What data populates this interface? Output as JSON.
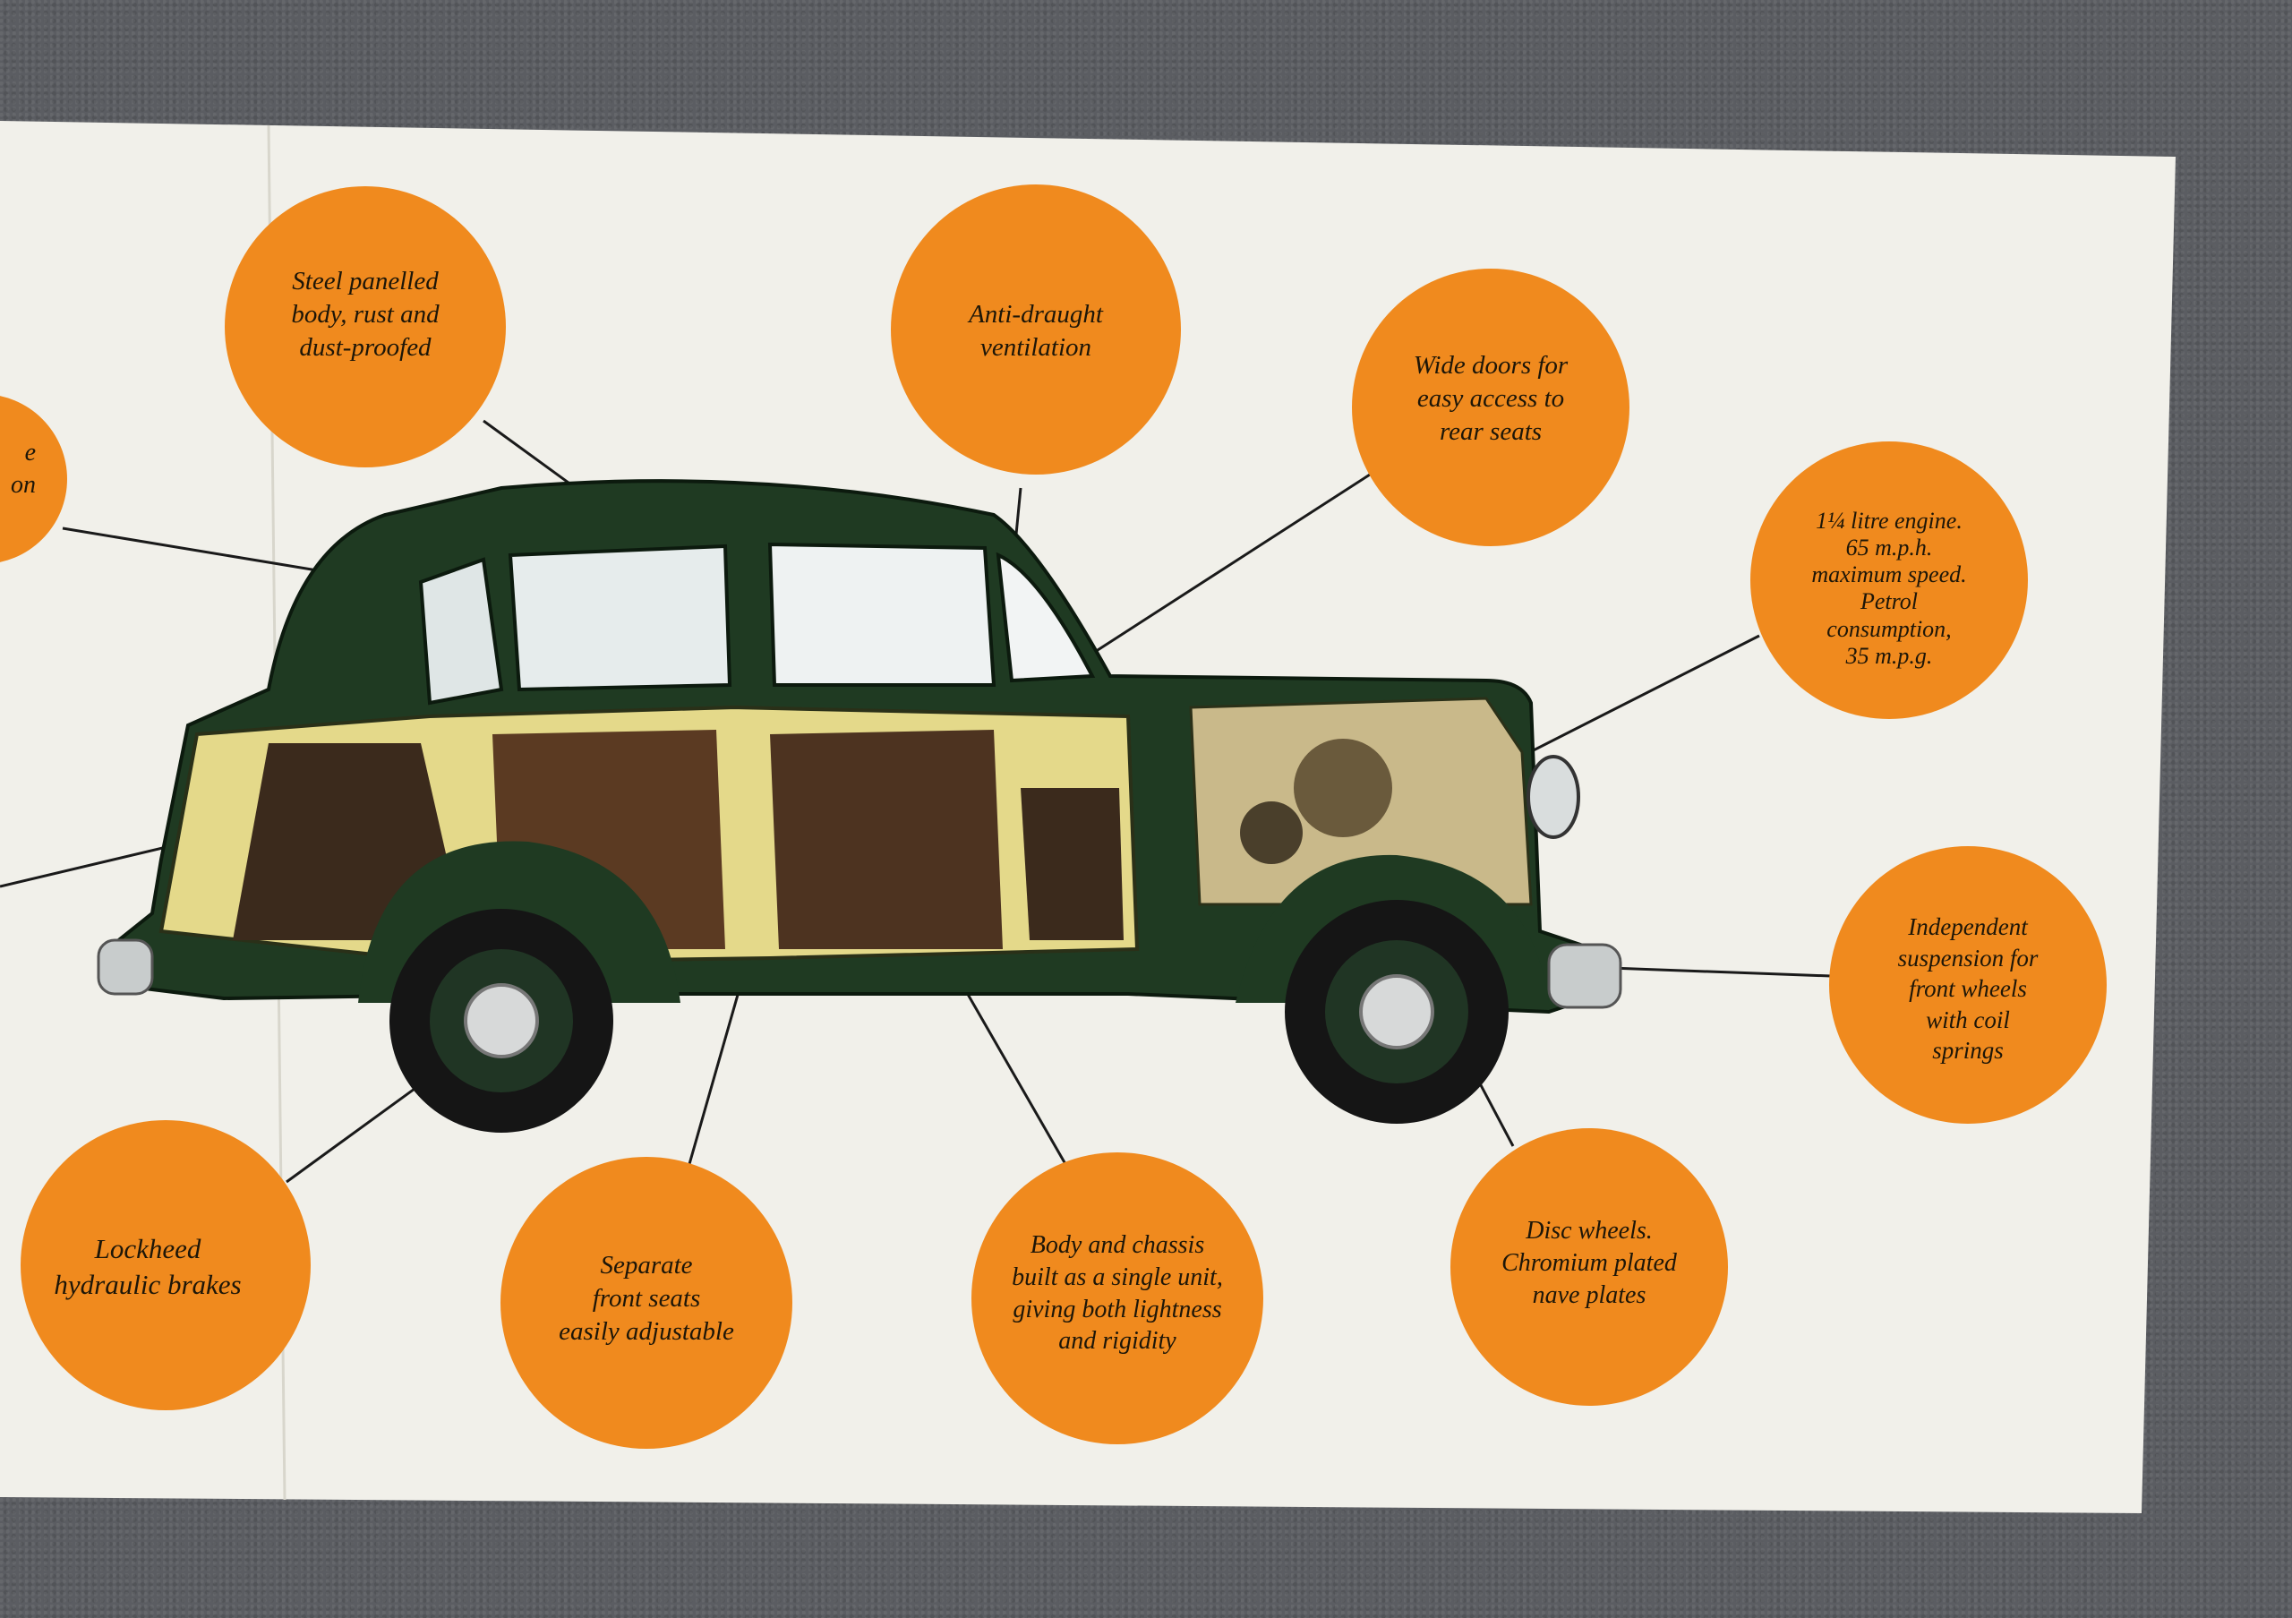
{
  "colors": {
    "carpet": "#5b5d62",
    "paper": "#f1f0ea",
    "bubble": "#f08a1e",
    "text": "#1d1608",
    "car_body": "#1f3a22",
    "car_cutaway": "#e4d98a"
  },
  "callouts": [
    {
      "id": "left-partial-1",
      "lines": [
        "e",
        "on"
      ]
    },
    {
      "id": "steel-panelled",
      "lines": [
        "Steel panelled",
        "body, rust and",
        "dust-proofed"
      ]
    },
    {
      "id": "anti-draught",
      "lines": [
        "Anti-draught",
        "ventilation"
      ]
    },
    {
      "id": "wide-doors",
      "lines": [
        "Wide doors for",
        "easy access to",
        "rear seats"
      ]
    },
    {
      "id": "engine",
      "lines": [
        "1¼ litre engine.",
        "65 m.p.h.",
        "maximum speed.",
        "Petrol",
        "consumption,",
        "35 m.p.g."
      ]
    },
    {
      "id": "suspension",
      "lines": [
        "Independent",
        "suspension for",
        "front wheels",
        "with coil",
        "springs"
      ]
    },
    {
      "id": "lockheed",
      "lines": [
        "Lockheed",
        "hydraulic brakes"
      ]
    },
    {
      "id": "front-seats",
      "lines": [
        "Separate",
        "front seats",
        "easily adjustable"
      ]
    },
    {
      "id": "body-chassis",
      "lines": [
        "Body and chassis",
        "built as a single unit,",
        "giving both lightness",
        "and rigidity"
      ]
    },
    {
      "id": "disc-wheels",
      "lines": [
        "Disc wheels.",
        "Chromium plated",
        "nave plates"
      ]
    }
  ]
}
